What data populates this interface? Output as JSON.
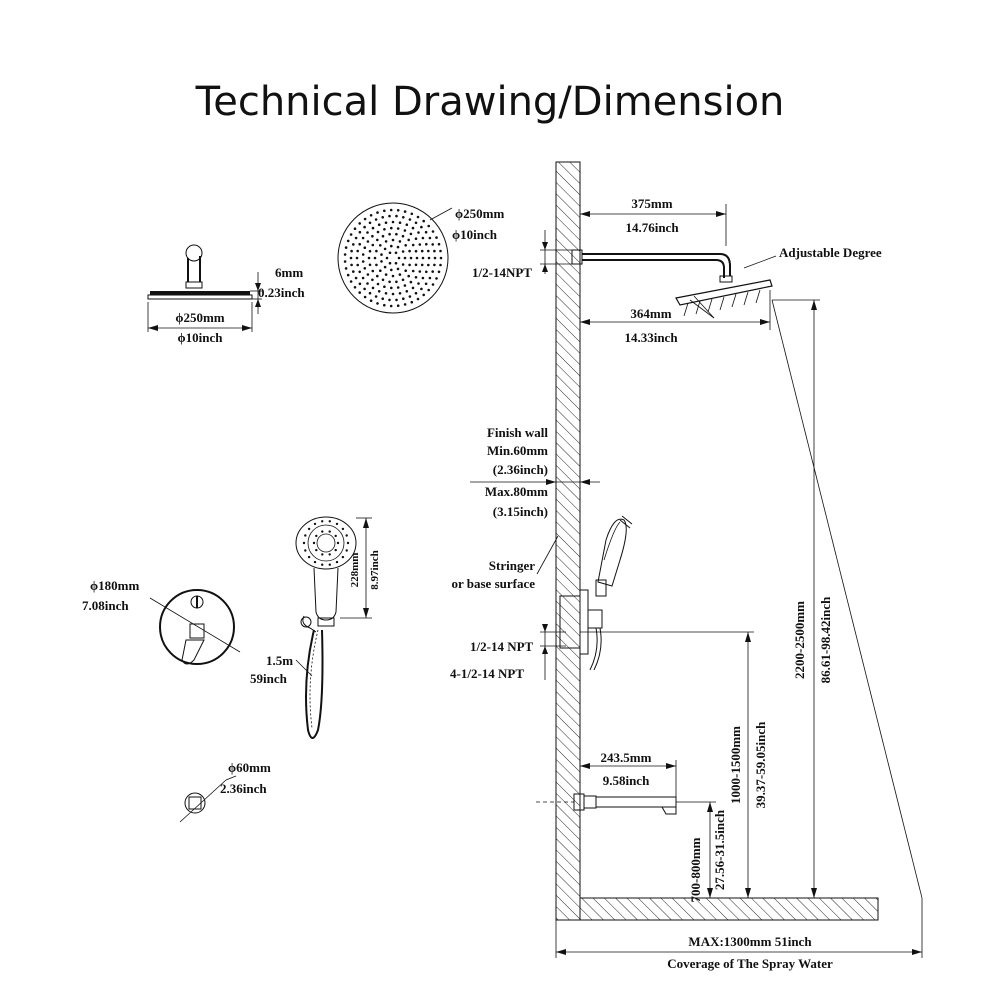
{
  "title": "Technical Drawing/Dimension",
  "shower_head": {
    "diameter_mm": "ϕ250mm",
    "diameter_inch": "ϕ10inch",
    "thickness_mm": "6mm",
    "thickness_inch": "0.23inch",
    "face_diameter_mm": "ϕ250mm",
    "face_diameter_inch": "ϕ10inch"
  },
  "shower_arm": {
    "length_mm": "375mm",
    "length_inch": "14.76inch",
    "thread": "1/2-14NPT",
    "drop_mm": "364mm",
    "drop_inch": "14.33inch",
    "adjustable": "Adjustable Degree"
  },
  "wall": {
    "finish_wall": "Finish wall",
    "min_mm": "Min.60mm",
    "min_inch": "(2.36inch)",
    "max_mm": "Max.80mm",
    "max_inch": "(3.15inch)",
    "stringer_1": "Stringer",
    "stringer_2": "or base surface"
  },
  "valve": {
    "thread_1": "1/2-14 NPT",
    "thread_2": "4-1/2-14 NPT",
    "trim_mm": "ϕ180mm",
    "trim_inch": "7.08inch"
  },
  "hand_shower": {
    "length_mm": "228mm",
    "length_inch": "8.97inch",
    "hose_m": "1.5m",
    "hose_inch": "59inch"
  },
  "wall_elbow": {
    "diameter_mm": "ϕ60mm",
    "diameter_inch": "2.36inch"
  },
  "tub_spout": {
    "length_mm": "243.5mm",
    "length_inch": "9.58inch"
  },
  "heights": {
    "head_mm": "2200-2500mm",
    "head_inch": "86.61-98.42inch",
    "valve_mm": "1000-1500mm",
    "valve_inch": "39.37-59.05inch",
    "spout_mm": "700-800mm",
    "spout_inch": "27.56-31.5inch"
  },
  "coverage": {
    "max": "MAX:1300mm 51inch",
    "caption": "Coverage of The Spray Water"
  }
}
